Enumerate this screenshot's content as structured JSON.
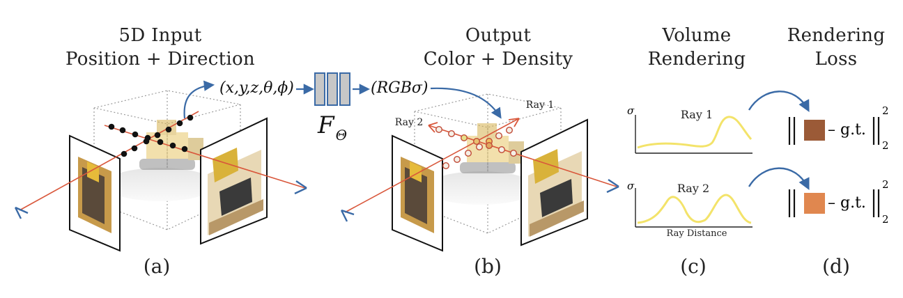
{
  "panels": {
    "a": {
      "title_line1": "5D Input",
      "title_line2": "Position + Direction",
      "caption": "(a)"
    },
    "b": {
      "title_line1": "Output",
      "title_line2": "Color + Density",
      "caption": "(b)"
    },
    "c": {
      "title_line1": "Volume",
      "title_line2": "Rendering",
      "caption": "(c)"
    },
    "d": {
      "title_line1": "Rendering",
      "title_line2": "Loss",
      "caption": "(d)"
    }
  },
  "formulas": {
    "input": "(x,y,z,θ,ϕ)",
    "network": "FΘ",
    "network_main": "F",
    "network_sub": "Θ",
    "output": "(RGBσ)"
  },
  "rays": {
    "ray1": "Ray 1",
    "ray2": "Ray 2"
  },
  "plots": {
    "sigma": "σ",
    "ray1_label": "Ray 1",
    "ray2_label": "Ray 2",
    "xlabel": "Ray Distance"
  },
  "loss": {
    "gt": "– g.t.",
    "sup": "2",
    "sub": "2",
    "color_ray1": "#9b5a37",
    "color_ray2": "#e0874f"
  },
  "colors": {
    "ray": "#d9573b",
    "arrow": "#3a6aa6",
    "curve": "#f3e36a",
    "box": "#c7c7c7",
    "box_border": "#3a6aa6"
  }
}
